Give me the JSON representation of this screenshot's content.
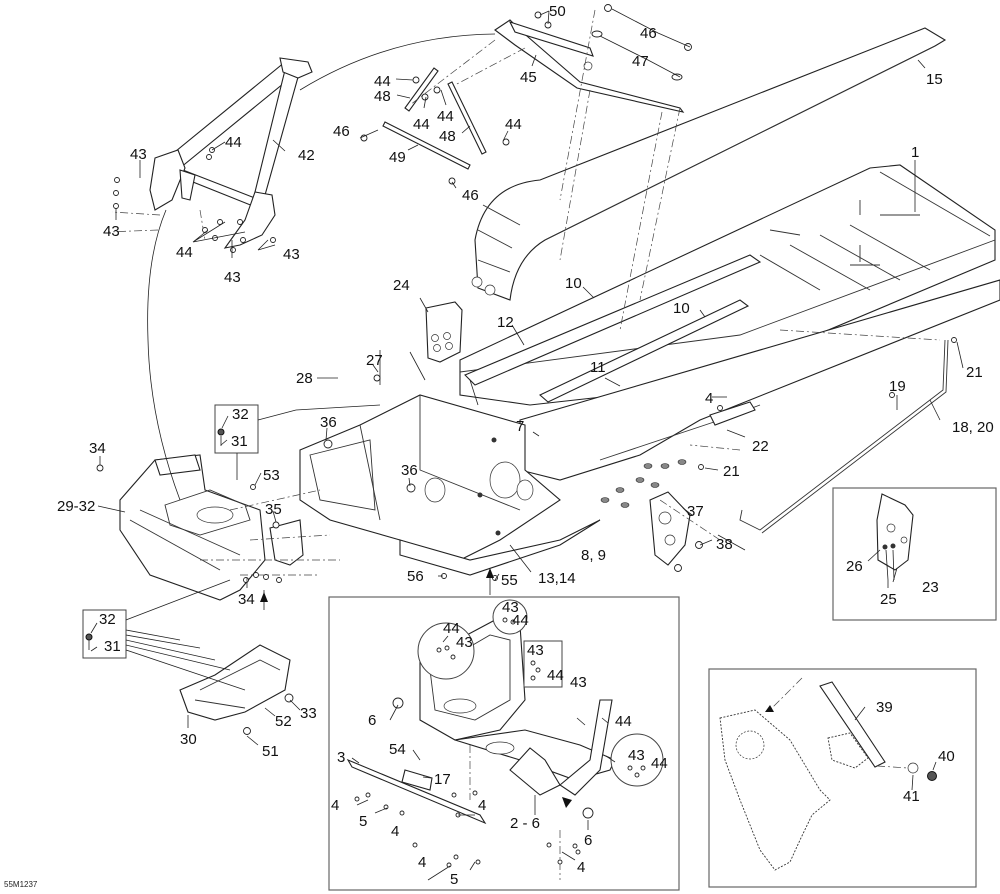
{
  "diagram": {
    "title": "Frame and rear suspension support exploded parts view",
    "drawing_id": "55M1237",
    "callouts": [
      {
        "id": "c50",
        "label": "50"
      },
      {
        "id": "c46a",
        "label": "46"
      },
      {
        "id": "c47",
        "label": "47"
      },
      {
        "id": "c15",
        "label": "15"
      },
      {
        "id": "c45",
        "label": "45"
      },
      {
        "id": "c44a",
        "label": "44"
      },
      {
        "id": "c48a",
        "label": "48"
      },
      {
        "id": "c44b",
        "label": "44"
      },
      {
        "id": "c44c",
        "label": "44"
      },
      {
        "id": "c46b",
        "label": "46"
      },
      {
        "id": "c48b",
        "label": "48"
      },
      {
        "id": "c44d",
        "label": "44"
      },
      {
        "id": "c49",
        "label": "49"
      },
      {
        "id": "c46c",
        "label": "46"
      },
      {
        "id": "c42",
        "label": "42"
      },
      {
        "id": "c44e",
        "label": "44"
      },
      {
        "id": "c43a",
        "label": "43"
      },
      {
        "id": "c43b",
        "label": "43"
      },
      {
        "id": "c44f",
        "label": "44"
      },
      {
        "id": "c43c",
        "label": "43"
      },
      {
        "id": "c43d",
        "label": "43"
      },
      {
        "id": "c1",
        "label": "1"
      },
      {
        "id": "c10a",
        "label": "10"
      },
      {
        "id": "c10b",
        "label": "10"
      },
      {
        "id": "c12",
        "label": "12"
      },
      {
        "id": "c11",
        "label": "11"
      },
      {
        "id": "c24",
        "label": "24"
      },
      {
        "id": "c27",
        "label": "27"
      },
      {
        "id": "c28",
        "label": "28"
      },
      {
        "id": "c21a",
        "label": "21"
      },
      {
        "id": "c19",
        "label": "19"
      },
      {
        "id": "c4a",
        "label": "4"
      },
      {
        "id": "c18_20",
        "label": "18, 20"
      },
      {
        "id": "c22",
        "label": "22"
      },
      {
        "id": "c21b",
        "label": "21"
      },
      {
        "id": "c7",
        "label": "7"
      },
      {
        "id": "c36a",
        "label": "36"
      },
      {
        "id": "c36b",
        "label": "36"
      },
      {
        "id": "c32a",
        "label": "32"
      },
      {
        "id": "c31a",
        "label": "31"
      },
      {
        "id": "c34a",
        "label": "34"
      },
      {
        "id": "c53",
        "label": "53"
      },
      {
        "id": "c29_32",
        "label": "29-32"
      },
      {
        "id": "c35",
        "label": "35"
      },
      {
        "id": "c37",
        "label": "37"
      },
      {
        "id": "c38",
        "label": "38"
      },
      {
        "id": "c8_9",
        "label": "8, 9"
      },
      {
        "id": "c13_14",
        "label": "13,14"
      },
      {
        "id": "c56",
        "label": "56"
      },
      {
        "id": "c55",
        "label": "55"
      },
      {
        "id": "c34b",
        "label": "34"
      },
      {
        "id": "c32b",
        "label": "32"
      },
      {
        "id": "c31b",
        "label": "31"
      },
      {
        "id": "c33",
        "label": "33"
      },
      {
        "id": "c52",
        "label": "52"
      },
      {
        "id": "c30",
        "label": "30"
      },
      {
        "id": "c51",
        "label": "51"
      },
      {
        "id": "c26",
        "label": "26"
      },
      {
        "id": "c23",
        "label": "23"
      },
      {
        "id": "c25",
        "label": "25"
      },
      {
        "id": "c43e",
        "label": "43"
      },
      {
        "id": "c44g",
        "label": "44"
      },
      {
        "id": "c44h",
        "label": "44"
      },
      {
        "id": "c43f",
        "label": "43"
      },
      {
        "id": "c43g",
        "label": "43"
      },
      {
        "id": "c44i",
        "label": "44"
      },
      {
        "id": "c43h",
        "label": "43"
      },
      {
        "id": "c44j",
        "label": "44"
      },
      {
        "id": "c6a",
        "label": "6"
      },
      {
        "id": "c43i",
        "label": "43"
      },
      {
        "id": "c44k",
        "label": "44"
      },
      {
        "id": "c3",
        "label": "3"
      },
      {
        "id": "c54",
        "label": "54"
      },
      {
        "id": "c17",
        "label": "17"
      },
      {
        "id": "c4b",
        "label": "4"
      },
      {
        "id": "c5a",
        "label": "5"
      },
      {
        "id": "c4c",
        "label": "4"
      },
      {
        "id": "c4d",
        "label": "4"
      },
      {
        "id": "c2_6",
        "label": "2 - 6"
      },
      {
        "id": "c6b",
        "label": "6"
      },
      {
        "id": "c4e",
        "label": "4"
      },
      {
        "id": "c4f",
        "label": "4"
      },
      {
        "id": "c5b",
        "label": "5"
      },
      {
        "id": "c39",
        "label": "39"
      },
      {
        "id": "c40",
        "label": "40"
      },
      {
        "id": "c41",
        "label": "41"
      }
    ]
  }
}
